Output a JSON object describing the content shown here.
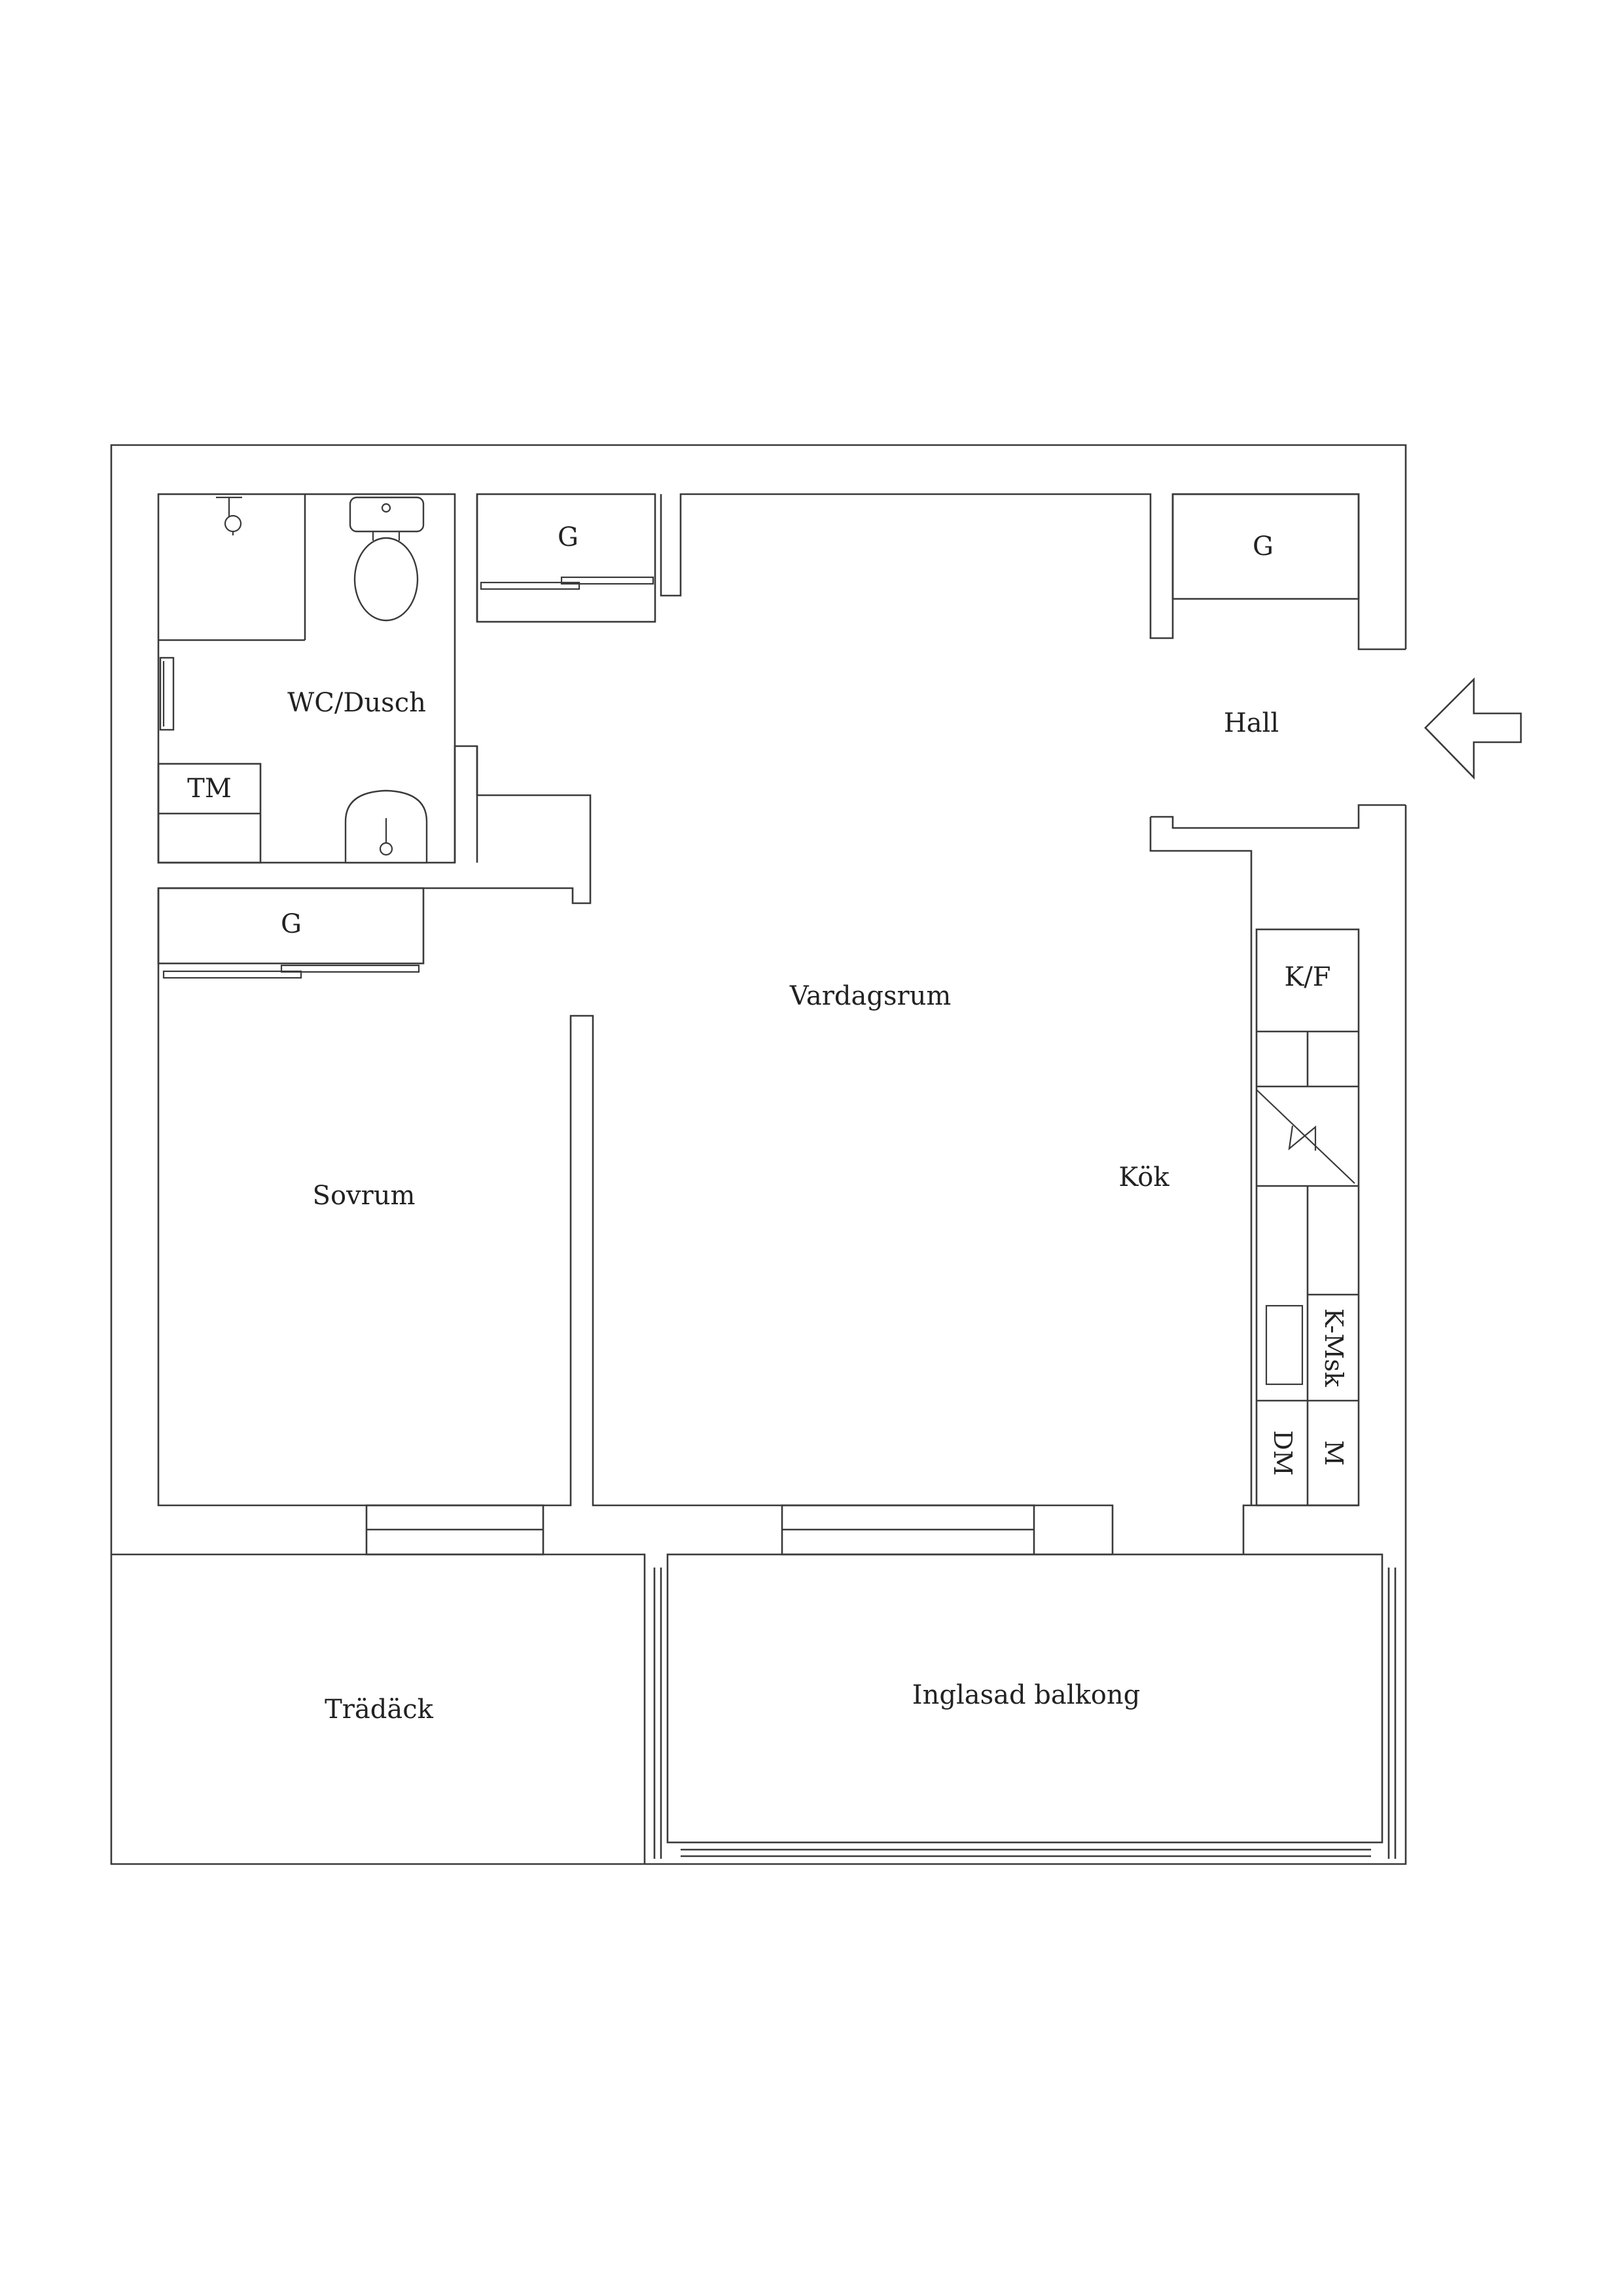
{
  "rooms": {
    "wc": "WC/Dusch",
    "tm": "TM",
    "closet_wc": "G",
    "closet_hall": "G",
    "closet_bedroom": "G",
    "hall": "Hall",
    "living": "Vardagsrum",
    "kitchen": "Kök",
    "fridge": "K/F",
    "dishwasher_cabinet": "K-Msk",
    "dishwasher": "DM",
    "microwave": "M",
    "bedroom": "Sovrum",
    "deck": "Trädäck",
    "balcony": "Inglasad balkong"
  }
}
